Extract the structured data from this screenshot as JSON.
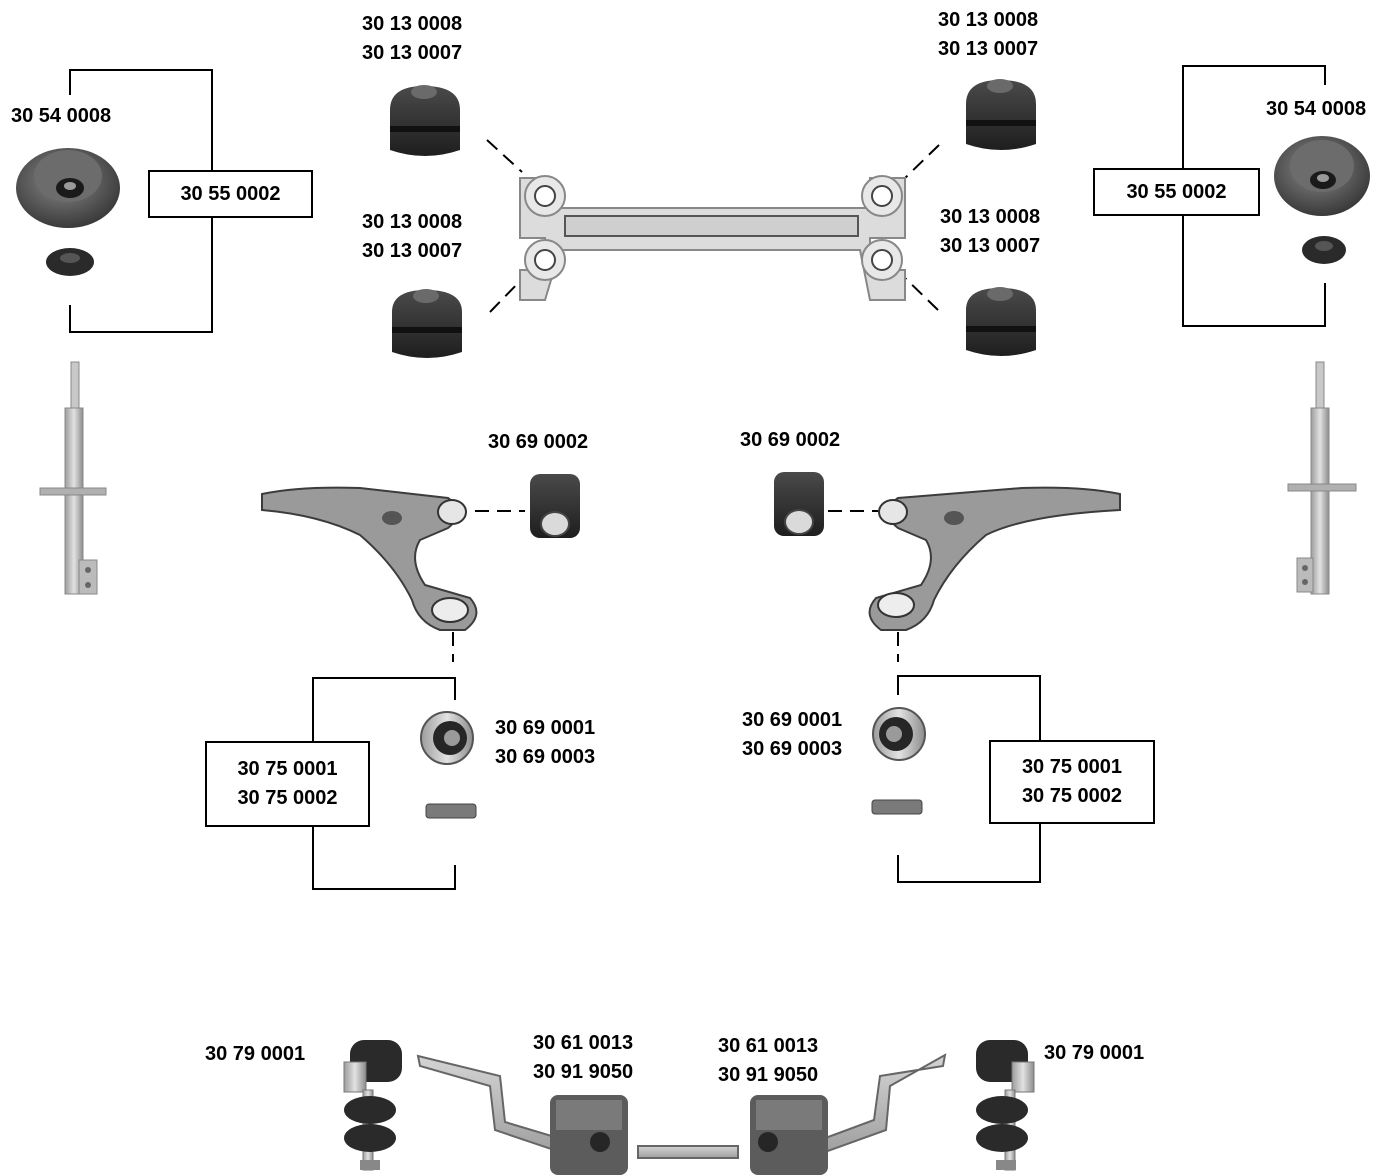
{
  "labels": {
    "top_left_mount": "30 54 0008",
    "top_right_mount": "30 54 0008",
    "left_mount_box": "30 55 0002",
    "right_mount_box": "30 55 0002",
    "subframe_tl": [
      "30 13 0008",
      "30 13 0007"
    ],
    "subframe_tr": [
      "30 13 0008",
      "30 13 0007"
    ],
    "subframe_bl": [
      "30 13 0008",
      "30 13 0007"
    ],
    "subframe_br": [
      "30 13 0008",
      "30 13 0007"
    ],
    "arm_bush_left": "30 69 0002",
    "arm_bush_right": "30 69 0002",
    "rear_bush_left": [
      "30 69 0001",
      "30 69 0003"
    ],
    "rear_bush_right": [
      "30 69 0001",
      "30 69 0003"
    ],
    "kit_box_left": [
      "30 75 0001",
      "30 75 0002"
    ],
    "kit_box_right": [
      "30 75 0001",
      "30 75 0002"
    ],
    "link_left": "30 79 0001",
    "link_right": "30 79 0001",
    "stab_bush_left": [
      "30 61 0013",
      "30 91 9050"
    ],
    "stab_bush_right": [
      "30 61 0013",
      "30 91 9050"
    ]
  },
  "colors": {
    "rubber": "#2b2b2b",
    "metal": "#b8b8b8",
    "line": "#000000"
  }
}
